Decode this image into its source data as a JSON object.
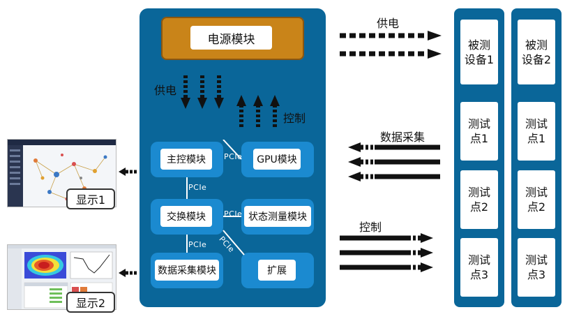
{
  "board": {
    "power_module": "电源模块",
    "power_label": "供电",
    "control_label": "控制",
    "modules": {
      "main_control": "主控模块",
      "gpu": "GPU模块",
      "switch": "交换模块",
      "status_measure": "状态测量模块",
      "data_acq": "数据采集模块",
      "expand": "扩展"
    },
    "pcie": "PCIe"
  },
  "arrows": {
    "power_supply": "供电",
    "data_acquisition": "数据采集",
    "control": "控制"
  },
  "devices": [
    {
      "title": "被测\n设备1",
      "points": [
        "测试\n点1",
        "测试\n点2",
        "测试\n点3"
      ]
    },
    {
      "title": "被测\n设备2",
      "points": [
        "测试\n点1",
        "测试\n点2",
        "测试\n点3"
      ]
    }
  ],
  "displays": [
    {
      "label": "显示1"
    },
    {
      "label": "显示2"
    }
  ]
}
